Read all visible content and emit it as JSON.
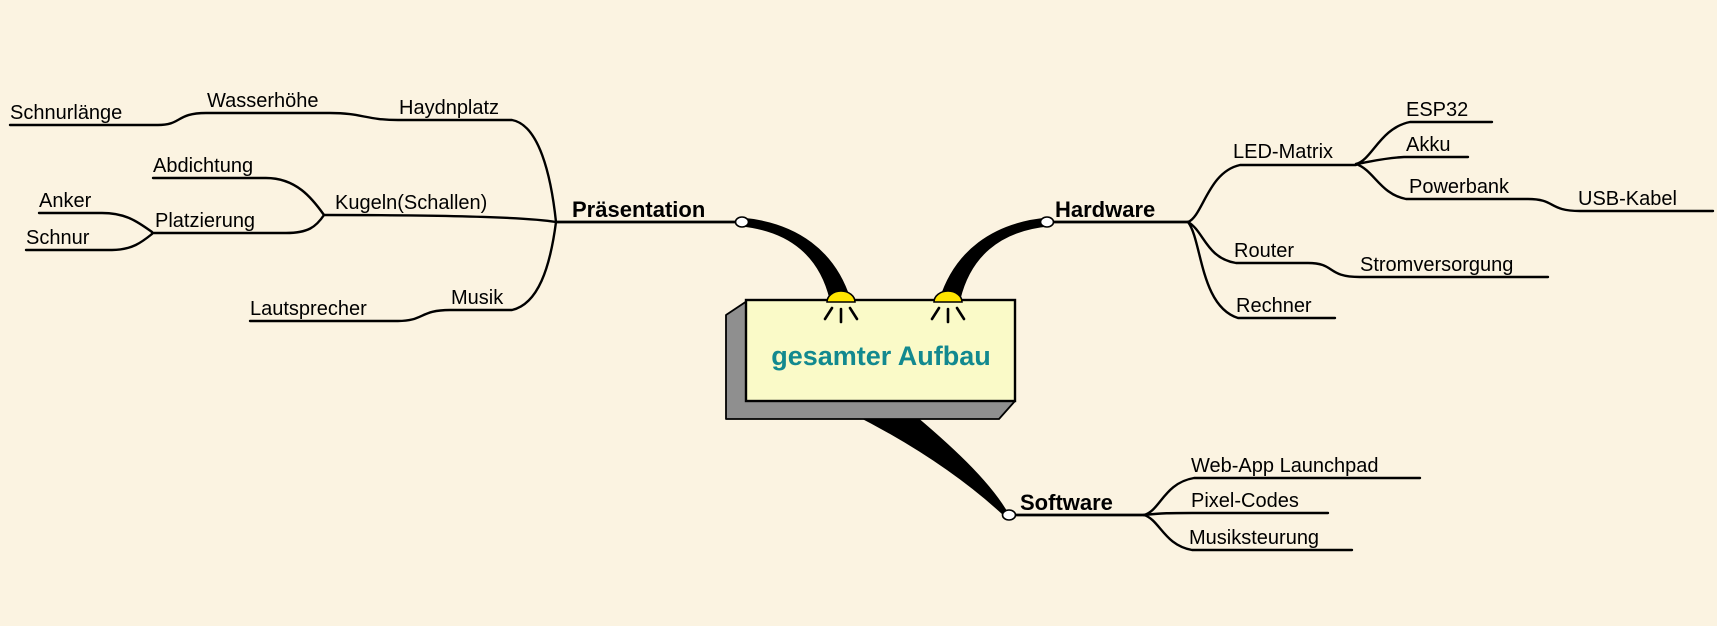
{
  "canvas": {
    "background_color": "#FBF3E1",
    "line_color": "#000000"
  },
  "root": {
    "label": "gesamter Aufbau",
    "text_color": "#12898F",
    "box_fill": "#FAFAC8",
    "frame_fill": "#8F8F8F",
    "lamp_color": "#FFE500",
    "lamp_icon": "lamp-icon",
    "collapse_handle_icon": "white-circle-handle"
  },
  "branches": [
    {
      "label": "Präsentation",
      "children": [
        {
          "label": "Haydnplatz",
          "children": [
            {
              "label": "Wasserhöhe",
              "children": [
                {
                  "label": "Schnurlänge"
                }
              ]
            }
          ]
        },
        {
          "label": "Kugeln(Schallen)",
          "children": [
            {
              "label": "Abdichtung"
            },
            {
              "label": "Platzierung",
              "children": [
                {
                  "label": "Anker"
                },
                {
                  "label": "Schnur"
                }
              ]
            }
          ]
        },
        {
          "label": "Musik",
          "children": [
            {
              "label": "Lautsprecher"
            }
          ]
        }
      ]
    },
    {
      "label": "Hardware",
      "children": [
        {
          "label": "LED-Matrix",
          "children": [
            {
              "label": "ESP32"
            },
            {
              "label": "Akku"
            },
            {
              "label": "Powerbank",
              "children": [
                {
                  "label": "USB-Kabel"
                }
              ]
            }
          ]
        },
        {
          "label": "Router",
          "children": [
            {
              "label": "Stromversorgung"
            }
          ]
        },
        {
          "label": "Rechner"
        }
      ]
    },
    {
      "label": "Software",
      "children": [
        {
          "label": "Web-App Launchpad"
        },
        {
          "label": "Pixel-Codes"
        },
        {
          "label": "Musiksteurung"
        }
      ]
    }
  ]
}
